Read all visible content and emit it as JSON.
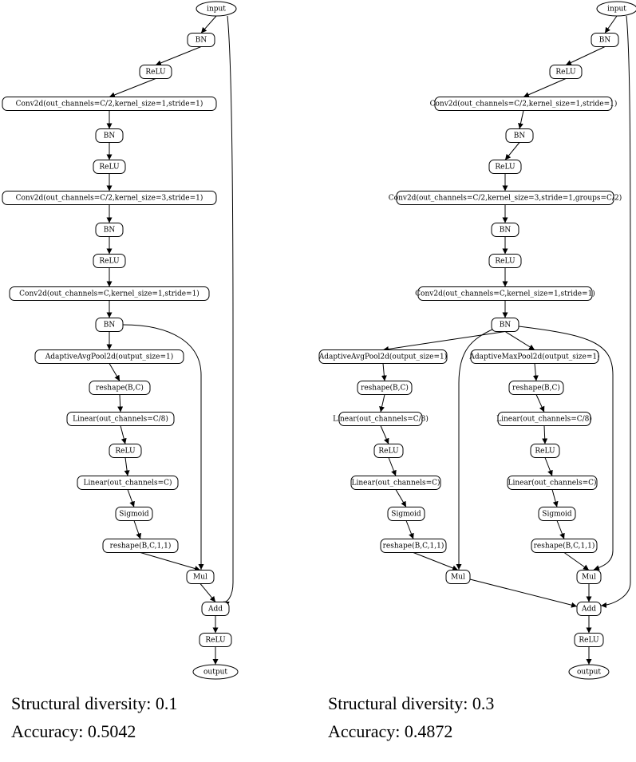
{
  "graphs": [
    {
      "id": "left",
      "caption": {
        "diversity_label": "Structural diversity: 0.1",
        "accuracy_label": "Accuracy: 0.5042"
      },
      "nodes": [
        {
          "id": "input",
          "label": "input"
        },
        {
          "id": "bn1",
          "label": "BN"
        },
        {
          "id": "relu1",
          "label": "ReLU"
        },
        {
          "id": "conv1",
          "label": "Conv2d(out_channels=C/2,kernel_size=1,stride=1)"
        },
        {
          "id": "bn2",
          "label": "BN"
        },
        {
          "id": "relu2",
          "label": "ReLU"
        },
        {
          "id": "conv2",
          "label": "Conv2d(out_channels=C/2,kernel_size=3,stride=1)"
        },
        {
          "id": "bn3",
          "label": "BN"
        },
        {
          "id": "relu3",
          "label": "ReLU"
        },
        {
          "id": "conv3",
          "label": "Conv2d(out_channels=C,kernel_size=1,stride=1)"
        },
        {
          "id": "bn4",
          "label": "BN"
        },
        {
          "id": "avgpool",
          "label": "AdaptiveAvgPool2d(output_size=1)"
        },
        {
          "id": "reshape1",
          "label": "reshape(B,C)"
        },
        {
          "id": "linear1",
          "label": "Linear(out_channels=C/8)"
        },
        {
          "id": "relu4",
          "label": "ReLU"
        },
        {
          "id": "linear2",
          "label": "Linear(out_channels=C)"
        },
        {
          "id": "sigmoid",
          "label": "Sigmoid"
        },
        {
          "id": "reshape2",
          "label": "reshape(B,C,1,1)"
        },
        {
          "id": "mul",
          "label": "Mul"
        },
        {
          "id": "add",
          "label": "Add"
        },
        {
          "id": "relu5",
          "label": "ReLU"
        },
        {
          "id": "output",
          "label": "output"
        }
      ],
      "edges": [
        [
          "input",
          "bn1"
        ],
        [
          "bn1",
          "relu1"
        ],
        [
          "relu1",
          "conv1"
        ],
        [
          "conv1",
          "bn2"
        ],
        [
          "bn2",
          "relu2"
        ],
        [
          "relu2",
          "conv2"
        ],
        [
          "conv2",
          "bn3"
        ],
        [
          "bn3",
          "relu3"
        ],
        [
          "relu3",
          "conv3"
        ],
        [
          "conv3",
          "bn4"
        ],
        [
          "bn4",
          "avgpool"
        ],
        [
          "bn4",
          "mul"
        ],
        [
          "avgpool",
          "reshape1"
        ],
        [
          "reshape1",
          "linear1"
        ],
        [
          "linear1",
          "relu4"
        ],
        [
          "relu4",
          "linear2"
        ],
        [
          "linear2",
          "sigmoid"
        ],
        [
          "sigmoid",
          "reshape2"
        ],
        [
          "reshape2",
          "mul"
        ],
        [
          "mul",
          "add"
        ],
        [
          "input",
          "add"
        ],
        [
          "add",
          "relu5"
        ],
        [
          "relu5",
          "output"
        ]
      ]
    },
    {
      "id": "right",
      "caption": {
        "diversity_label": "Structural diversity: 0.3",
        "accuracy_label": "Accuracy: 0.4872"
      },
      "nodes": [
        {
          "id": "input",
          "label": "input"
        },
        {
          "id": "bn1",
          "label": "BN"
        },
        {
          "id": "relu1",
          "label": "ReLU"
        },
        {
          "id": "conv1",
          "label": "Conv2d(out_channels=C/2,kernel_size=1,stride=1)"
        },
        {
          "id": "bn2",
          "label": "BN"
        },
        {
          "id": "relu2",
          "label": "ReLU"
        },
        {
          "id": "conv2",
          "label": "Conv2d(out_channels=C/2,kernel_size=3,stride=1,groups=C/2)"
        },
        {
          "id": "bn3",
          "label": "BN"
        },
        {
          "id": "relu3",
          "label": "ReLU"
        },
        {
          "id": "conv3",
          "label": "Conv2d(out_channels=C,kernel_size=1,stride=1)"
        },
        {
          "id": "bn4",
          "label": "BN"
        },
        {
          "id": "avgpool",
          "label": "AdaptiveAvgPool2d(output_size=1)"
        },
        {
          "id": "reshapeA1",
          "label": "reshape(B,C)"
        },
        {
          "id": "linearA1",
          "label": "Linear(out_channels=C/8)"
        },
        {
          "id": "reluA",
          "label": "ReLU"
        },
        {
          "id": "linearA2",
          "label": "Linear(out_channels=C)"
        },
        {
          "id": "sigmoidA",
          "label": "Sigmoid"
        },
        {
          "id": "reshapeA2",
          "label": "reshape(B,C,1,1)"
        },
        {
          "id": "mulA",
          "label": "Mul"
        },
        {
          "id": "maxpool",
          "label": "AdaptiveMaxPool2d(output_size=1)"
        },
        {
          "id": "reshapeB1",
          "label": "reshape(B,C)"
        },
        {
          "id": "linearB1",
          "label": "Linear(out_channels=C/8)"
        },
        {
          "id": "reluB",
          "label": "ReLU"
        },
        {
          "id": "linearB2",
          "label": "Linear(out_channels=C)"
        },
        {
          "id": "sigmoidB",
          "label": "Sigmoid"
        },
        {
          "id": "reshapeB2",
          "label": "reshape(B,C,1,1)"
        },
        {
          "id": "mulB",
          "label": "Mul"
        },
        {
          "id": "add",
          "label": "Add"
        },
        {
          "id": "relu5",
          "label": "ReLU"
        },
        {
          "id": "output",
          "label": "output"
        }
      ],
      "edges": [
        [
          "input",
          "bn1"
        ],
        [
          "bn1",
          "relu1"
        ],
        [
          "relu1",
          "conv1"
        ],
        [
          "conv1",
          "bn2"
        ],
        [
          "bn2",
          "relu2"
        ],
        [
          "relu2",
          "conv2"
        ],
        [
          "conv2",
          "bn3"
        ],
        [
          "bn3",
          "relu3"
        ],
        [
          "relu3",
          "conv3"
        ],
        [
          "conv3",
          "bn4"
        ],
        [
          "bn4",
          "avgpool"
        ],
        [
          "bn4",
          "maxpool"
        ],
        [
          "bn4",
          "mulA"
        ],
        [
          "bn4",
          "mulB"
        ],
        [
          "avgpool",
          "reshapeA1"
        ],
        [
          "reshapeA1",
          "linearA1"
        ],
        [
          "linearA1",
          "reluA"
        ],
        [
          "reluA",
          "linearA2"
        ],
        [
          "linearA2",
          "sigmoidA"
        ],
        [
          "sigmoidA",
          "reshapeA2"
        ],
        [
          "reshapeA2",
          "mulA"
        ],
        [
          "maxpool",
          "reshapeB1"
        ],
        [
          "reshapeB1",
          "linearB1"
        ],
        [
          "linearB1",
          "reluB"
        ],
        [
          "reluB",
          "linearB2"
        ],
        [
          "linearB2",
          "sigmoidB"
        ],
        [
          "sigmoidB",
          "reshapeB2"
        ],
        [
          "reshapeB2",
          "mulB"
        ],
        [
          "mulA",
          "add"
        ],
        [
          "mulB",
          "add"
        ],
        [
          "input",
          "add"
        ],
        [
          "add",
          "relu5"
        ],
        [
          "relu5",
          "output"
        ]
      ]
    }
  ]
}
